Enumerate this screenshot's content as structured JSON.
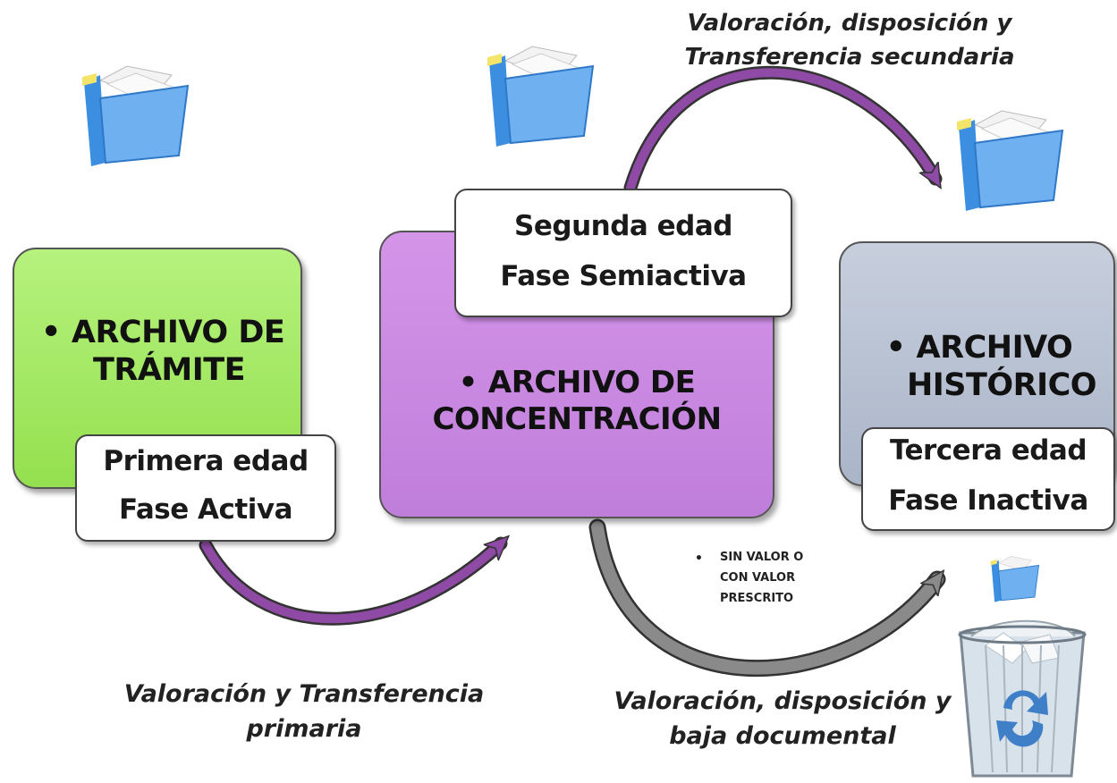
{
  "nodes": {
    "tramite": {
      "bullet": "•",
      "title_line1": "ARCHIVO DE",
      "title_line2": "TRÁMITE",
      "age": "Primera edad",
      "phase": "Fase Activa",
      "color": "#a3e866"
    },
    "concentracion": {
      "bullet": "•",
      "title_line1": "ARCHIVO DE",
      "title_line2": "CONCENTRACIÓN",
      "age": "Segunda edad",
      "phase": "Fase Semiactiva",
      "color": "#c98ae0"
    },
    "historico": {
      "bullet": "•",
      "title_line1": "ARCHIVO",
      "title_line2": "HISTÓRICO",
      "age": "Tercera edad",
      "phase": "Fase Inactiva",
      "color": "#b5bfd0"
    }
  },
  "edges": {
    "primaria": {
      "label_line1": "Valoración y Transferencia",
      "label_line2": "primaria",
      "color": "#8e4aa5"
    },
    "secundaria": {
      "label_line1": "Valoración, disposición y",
      "label_line2": "Transferencia secundaria",
      "color": "#8e4aa5"
    },
    "baja": {
      "label_line1": "Valoración, disposición y",
      "label_line2": "baja documental",
      "color": "#8a8a8a"
    }
  },
  "baja_note": {
    "bullet": "•",
    "line1": "SIN VALOR O",
    "line2": "CON VALOR",
    "line3": "PRESCRITO"
  },
  "icons": [
    "folder-icon",
    "folder-icon",
    "folder-icon",
    "folder-icon",
    "trash-bin-icon"
  ]
}
